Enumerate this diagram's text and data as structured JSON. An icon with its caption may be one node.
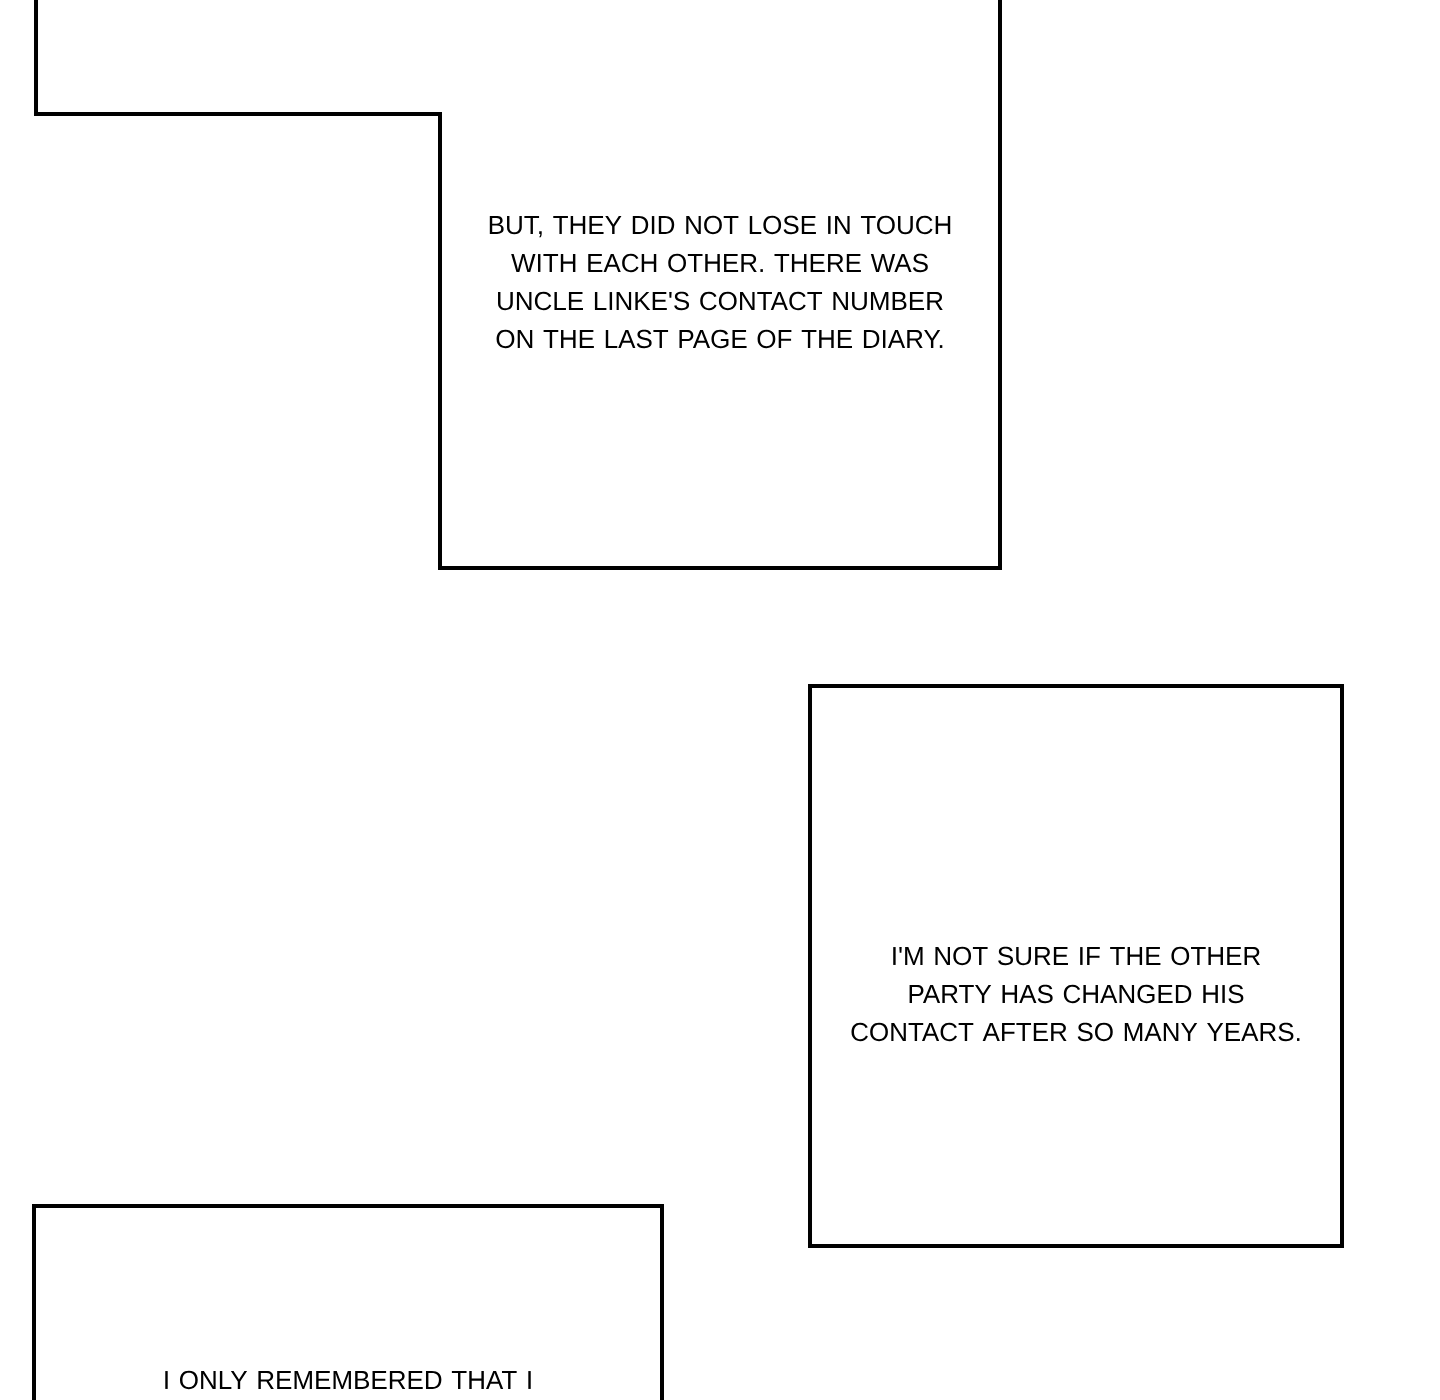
{
  "diagram": {
    "nodes": [
      {
        "text": [
          "BUT, THEY DID NOT LOSE IN TOUCH WITH EACH OTHER. THERE WAS UNCLE LINKE'S CONTACT NUMBER ON THE LAST PAGE OF THE DIARY."
        ]
      },
      {
        "text": [
          "I'M NOT SURE IF THE OTHER PARTY HAS CHANGED HIS CONTACT AFTER SO MANY YEARS."
        ]
      },
      {
        "text": [
          "I ONLY REMEMBERED THAT I"
        ]
      }
    ]
  }
}
